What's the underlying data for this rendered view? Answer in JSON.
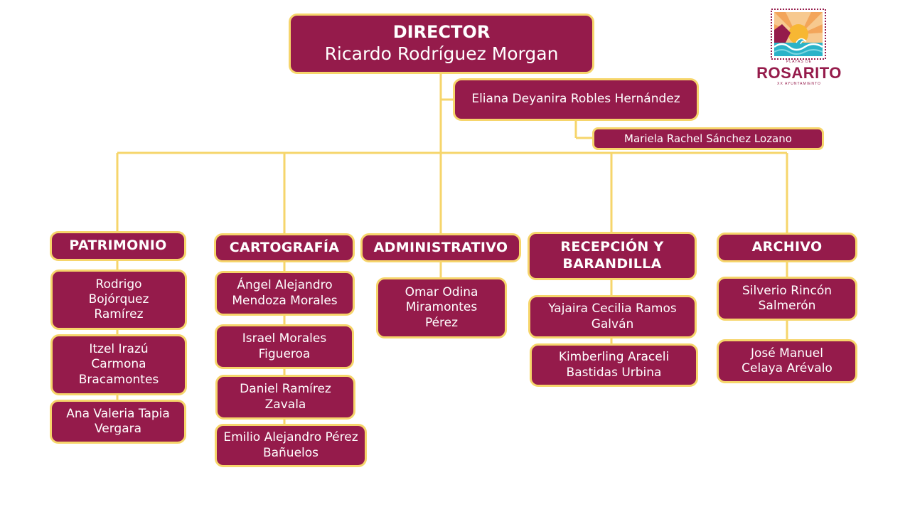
{
  "director": {
    "title": "DIRECTOR",
    "name": "Ricardo Rodríguez Morgan"
  },
  "assistants": [
    "Eliana Deyanira Robles Hernández",
    "Mariela  Rachel Sánchez Lozano"
  ],
  "departments": [
    {
      "title": "PATRIMONIO",
      "members": [
        "Rodrigo Bojórquez Ramírez",
        "Itzel Irazú Carmona Bracamontes",
        "Ana Valeria Tapia Vergara"
      ]
    },
    {
      "title": "CARTOGRAFÍA",
      "members": [
        "Ángel Alejandro Mendoza Morales",
        "Israel Morales Figueroa",
        "Daniel Ramírez Zavala",
        "Emilio Alejandro Pérez Bañuelos"
      ]
    },
    {
      "title": "ADMINISTRATIVO",
      "members": [
        "Omar Odina Miramontes Pérez"
      ]
    },
    {
      "title": "RECEPCIÓN Y BARANDILLA",
      "members": [
        "Yajaira Cecilia Ramos Galván",
        "Kimberling Araceli Bastidas Urbina"
      ]
    },
    {
      "title": "ARCHIVO",
      "members": [
        "Silverio Rincón Salmerón",
        "José Manuel Celaya Arévalo"
      ]
    }
  ],
  "logo": {
    "top_text": "PLAYAS DE",
    "word": "ROSARITO",
    "sub_text": "XX AYUNTAMIENTO"
  },
  "colors": {
    "box_fill": "#951b4b",
    "border": "#f6d56b",
    "text": "#ffffff"
  }
}
